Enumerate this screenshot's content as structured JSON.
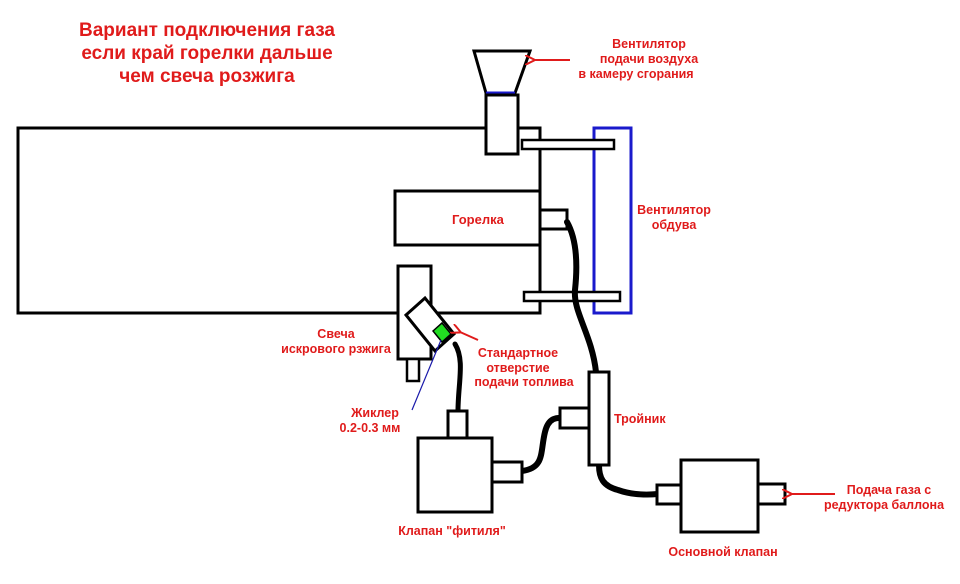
{
  "title": {
    "line1": "Вариант подключения газа",
    "line2": "если край горелки дальше",
    "line3": "чем свеча розжига"
  },
  "labels": {
    "fan_air": [
      "Вентилятор",
      "подачи воздуха",
      "в камеру сгорания"
    ],
    "fan_blow": [
      "Вентилятор",
      "обдува"
    ],
    "burner": "Горелка",
    "spark_plug": [
      "Свеча",
      "искрового рзжига"
    ],
    "standard_hole": [
      "Стандартное",
      "отверстие",
      "подачи топлива"
    ],
    "jet": [
      "Жиклер",
      "0.2-0.3 мм"
    ],
    "tee": "Тройник",
    "pilot_valve": "Клапан \"фитиля\"",
    "main_valve": "Основной клапан",
    "gas_supply": [
      "Подача газа с",
      "редуктора баллона"
    ]
  },
  "colors": {
    "outline": "#000000",
    "label_red": "#e01b1b",
    "fan_blue": "#1a1acc",
    "jet_green": "#22dd22",
    "pointer_blue": "#1a1aaa"
  }
}
